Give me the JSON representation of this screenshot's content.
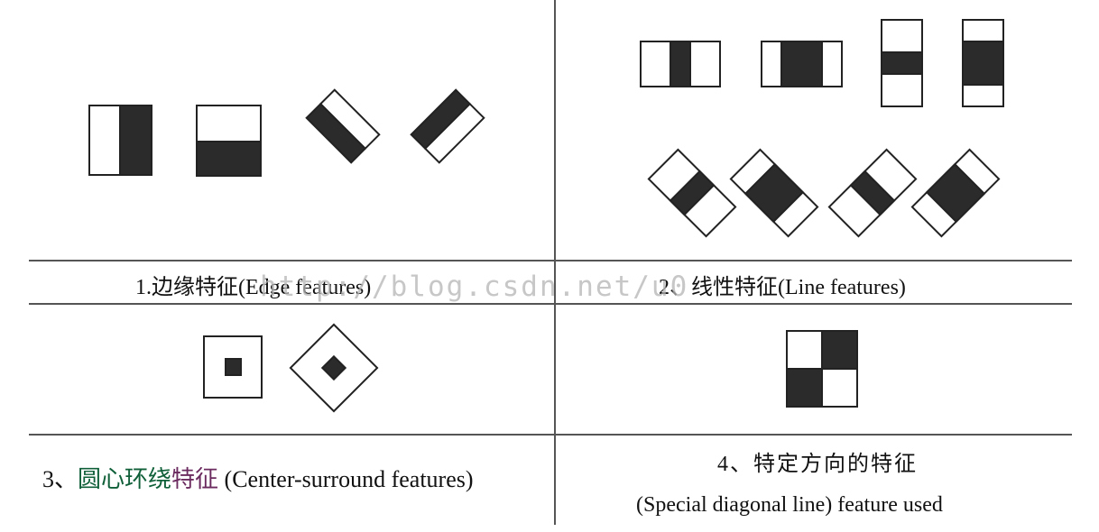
{
  "captions": {
    "edge": "1.边缘特征(Edge features)",
    "line": "2、线性特征(Line features)",
    "center_prefix": "3、",
    "center_zh_a": "圆心环绕",
    "center_zh_b": "特征",
    "center_en": " (Center-surround features)",
    "diagonal_zh": "4、特定方向的特征",
    "diagonal_en": "(Special diagonal line) feature used"
  },
  "watermark": "http://blog.csdn.net/u0",
  "colors": {
    "dark_fill": "#2b2b2b",
    "grid_line": "#555555",
    "caption_zh_accent_a": "#0f5f39",
    "caption_zh_accent_b": "#6b2b5f"
  }
}
